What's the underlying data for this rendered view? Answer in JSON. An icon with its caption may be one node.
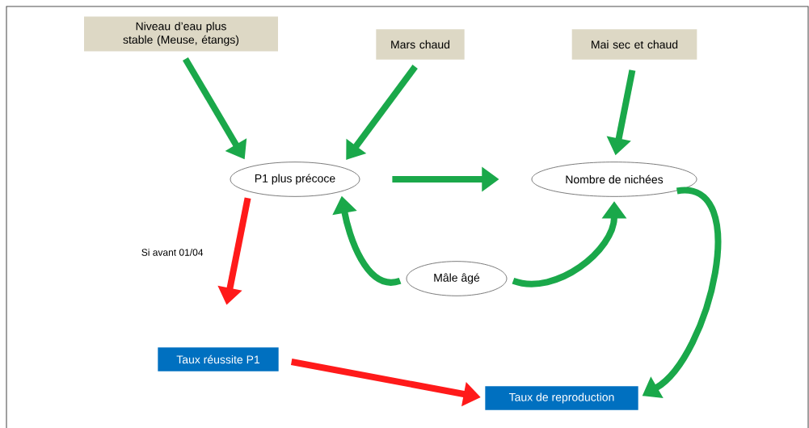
{
  "diagram": {
    "nodes": [
      {
        "text": [
          "Niveau d’eau plus stable (Meuse, étangs)"
        ]
      },
      {
        "text": [
          "Mars chaud"
        ]
      },
      {
        "text": [
          "Mai sec et chaud"
        ]
      },
      {
        "text": [
          "P1 plus précoce"
        ]
      },
      {
        "text": [
          "Nombre de nichées"
        ]
      },
      {
        "text": [
          "Mâle âgé"
        ]
      },
      {
        "text": [
          "Taux réussite P1"
        ]
      },
      {
        "text": [
          "Taux de reproduction"
        ]
      }
    ],
    "edges": [
      {
        "from": 0,
        "to": 3,
        "arrow": "to"
      },
      {
        "from": 1,
        "to": 3,
        "arrow": "to"
      },
      {
        "from": 2,
        "to": 4,
        "arrow": "to"
      },
      {
        "from": 3,
        "to": 4,
        "arrow": "to"
      },
      {
        "from": 3,
        "to": 6,
        "arrow": "to",
        "color": "#ff1a1a",
        "label": "Si avant 01/04"
      },
      {
        "from": 5,
        "to": 3,
        "arrow": "to"
      },
      {
        "from": 5,
        "to": 4,
        "arrow": "to"
      },
      {
        "from": 4,
        "to": 7,
        "arrow": "to"
      },
      {
        "from": 6,
        "to": 7,
        "arrow": "to",
        "color": "#ff1a1a"
      }
    ]
  }
}
